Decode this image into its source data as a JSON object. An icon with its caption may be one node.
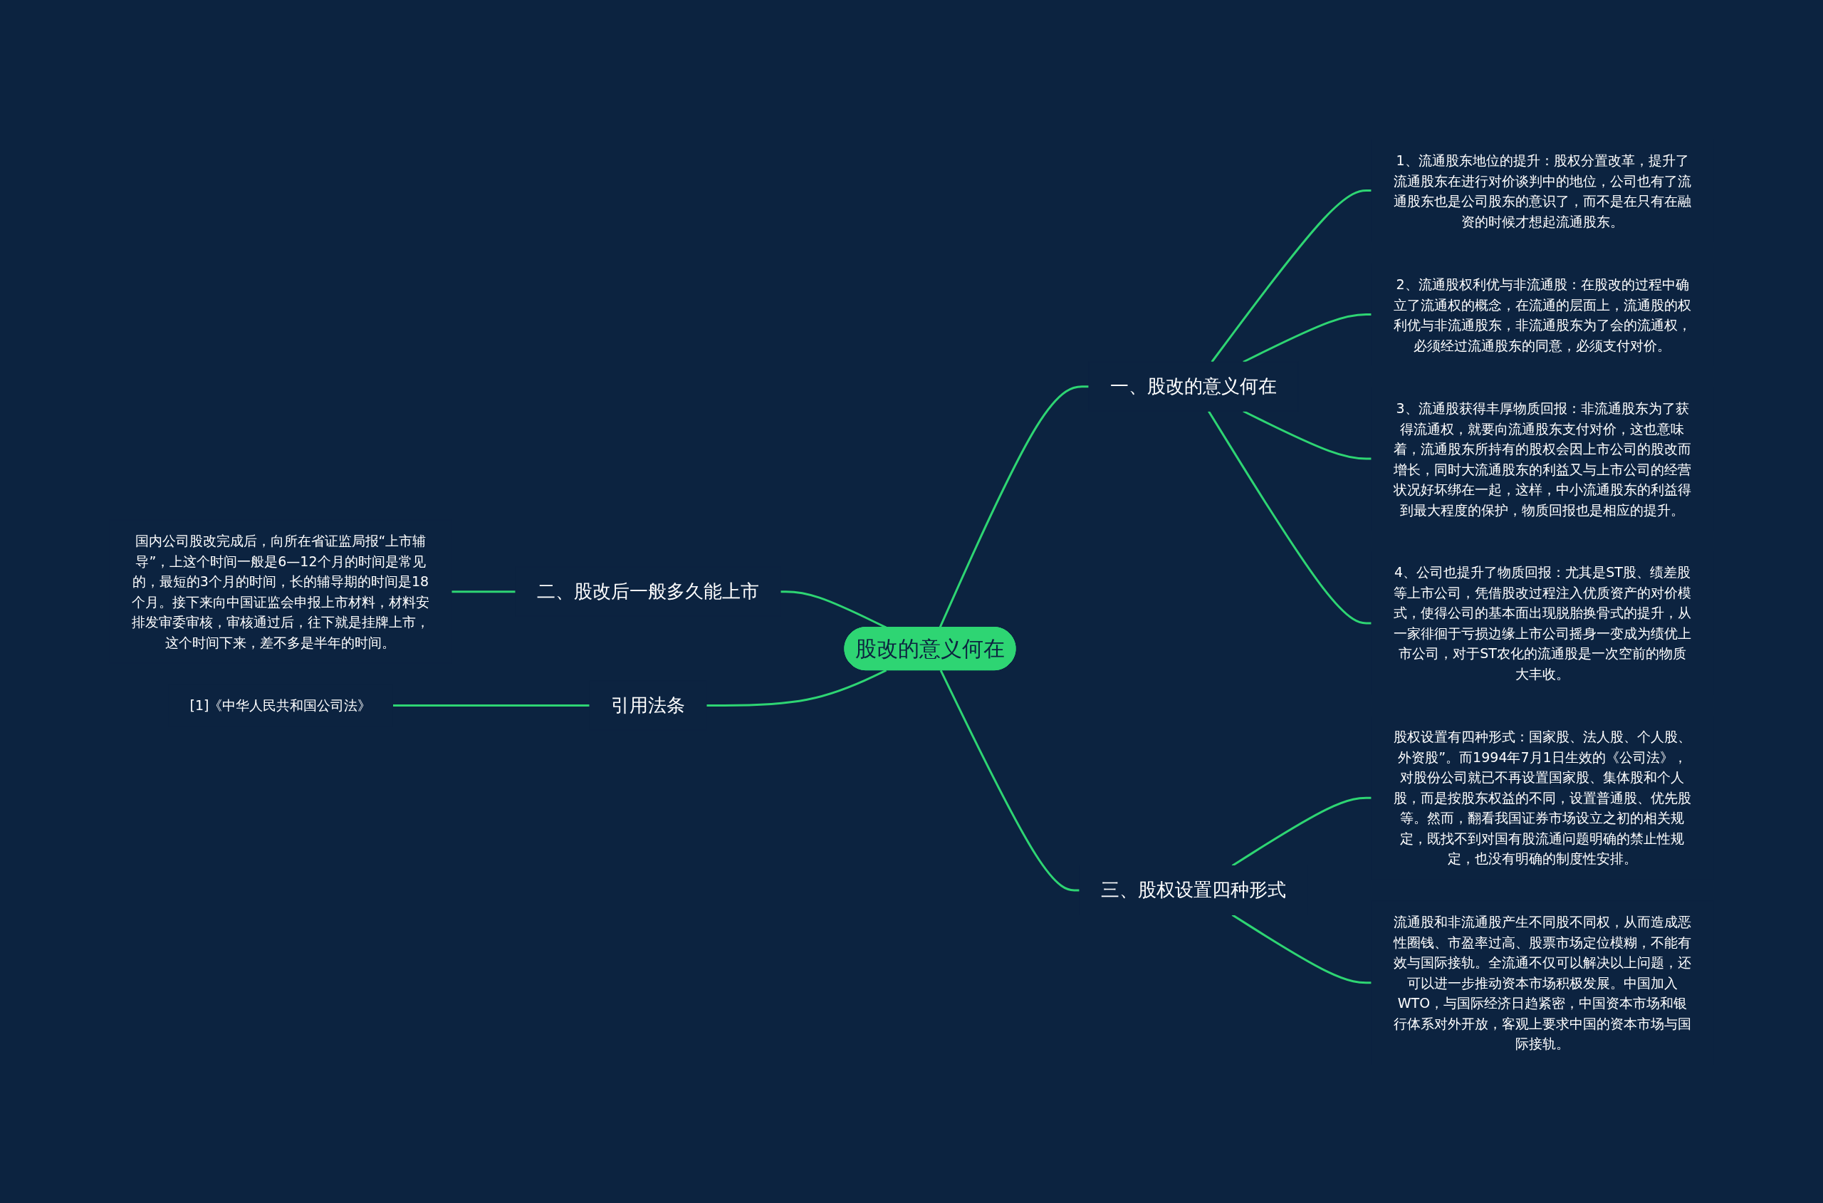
{
  "diagram": {
    "nodes": [
      {
        "text": [
          "股改的意义何在"
        ]
      },
      {
        "text": [
          "一、股改的意义何在"
        ]
      },
      {
        "text": [
          "1、流通股东地位的提升：股权分置改革，提升了流通股东在进行对价谈判中的地位，公司也有了流通股东也是公司股东的意识了，而不是在只有在融资的时候才想起流通股东。"
        ]
      },
      {
        "text": [
          "2、流通股权利优与非流通股：在股改的过程中确立了流通权的概念，在流通的层面上，流通股的权利优与非流通股东，非流通股东为了会的流通权，必须经过流通股东的同意，必须支付对价。"
        ]
      },
      {
        "text": [
          "3、流通股获得丰厚物质回报：非流通股东为了获得流通权，就要向流通股东支付对价，这也意味着，流通股东所持有的股权会因上市公司的股改而增长，同时大流通股东的利益又与上市公司的经营状况好坏绑在一起，这样，中小流通股东的利益得到最大程度的保护，物质回报也是相应的提升。"
        ]
      },
      {
        "text": [
          "4、公司也提升了物质回报：尤其是ST股、绩差股等上市公司，凭借股改过程注入优质资产的对价模式，使得公司的基本面出现脱胎换骨式的提升，从一家徘徊于亏损边缘上市公司摇身一变成为绩优上市公司，对于ST农化的流通股是一次空前的物质大丰收。"
        ]
      },
      {
        "text": [
          "国内公司股改完成后，向所在省证监局报“上市辅导”，上这个时间一般是6—12个月的时间是常见的，最短的3个月的时间，长的辅导期的时间是18个月。接下来向中国证监会申报上市材料，材料安排发审委审核，审核通过后，往下就是挂牌上市，这个时间下来，差不多是半年的时间。"
        ]
      },
      {
        "text": [
          "二、股改后一般多久能上市"
        ]
      },
      {
        "text": [
          "[1]《中华人民共和国公司法》"
        ]
      },
      {
        "text": [
          "引用法条"
        ]
      },
      {
        "text": [
          "三、股权设置四种形式"
        ]
      },
      {
        "text": [
          "股权设置有四种形式：国家股、法人股、个人股、外资股”。而1994年7月1日生效的《公司法》，对股份公司就已不再设置国家股、集体股和个人股，而是按股东权益的不同，设置普通股、优先股等。然而，翻看我国证券市场设立之初的相关规定，既找不到对国有股流通问题明确的禁止性规定，也没有明确的制度性安排。"
        ]
      },
      {
        "text": [
          "流通股和非流通股产生不同股不同权，从而造成恶性圈钱、市盈率过高、股票市场定位模糊，不能有效与国际接轨。全流通不仅可以解决以上问题，还可以进一步推动资本市场积极发展。中国加入WTO，与国际经济日趋紧密，中国资本市场和银行体系对外开放，客观上要求中国的资本市场与国际接轨。"
        ]
      }
    ],
    "edges": [
      {
        "from": 0,
        "to": 1,
        "arrow": "none"
      },
      {
        "from": 1,
        "to": 2,
        "arrow": "none"
      },
      {
        "from": 1,
        "to": 3,
        "arrow": "none"
      },
      {
        "from": 1,
        "to": 4,
        "arrow": "none"
      },
      {
        "from": 1,
        "to": 5,
        "arrow": "none"
      },
      {
        "from": 6,
        "to": 7,
        "arrow": "none"
      },
      {
        "from": 7,
        "to": 0,
        "arrow": "none"
      },
      {
        "from": 8,
        "to": 9,
        "arrow": "none"
      },
      {
        "from": 9,
        "to": 0,
        "arrow": "none"
      },
      {
        "from": 0,
        "to": 10,
        "arrow": "none"
      },
      {
        "from": 10,
        "to": 11,
        "arrow": "none"
      },
      {
        "from": 10,
        "to": 12,
        "arrow": "none"
      }
    ]
  }
}
